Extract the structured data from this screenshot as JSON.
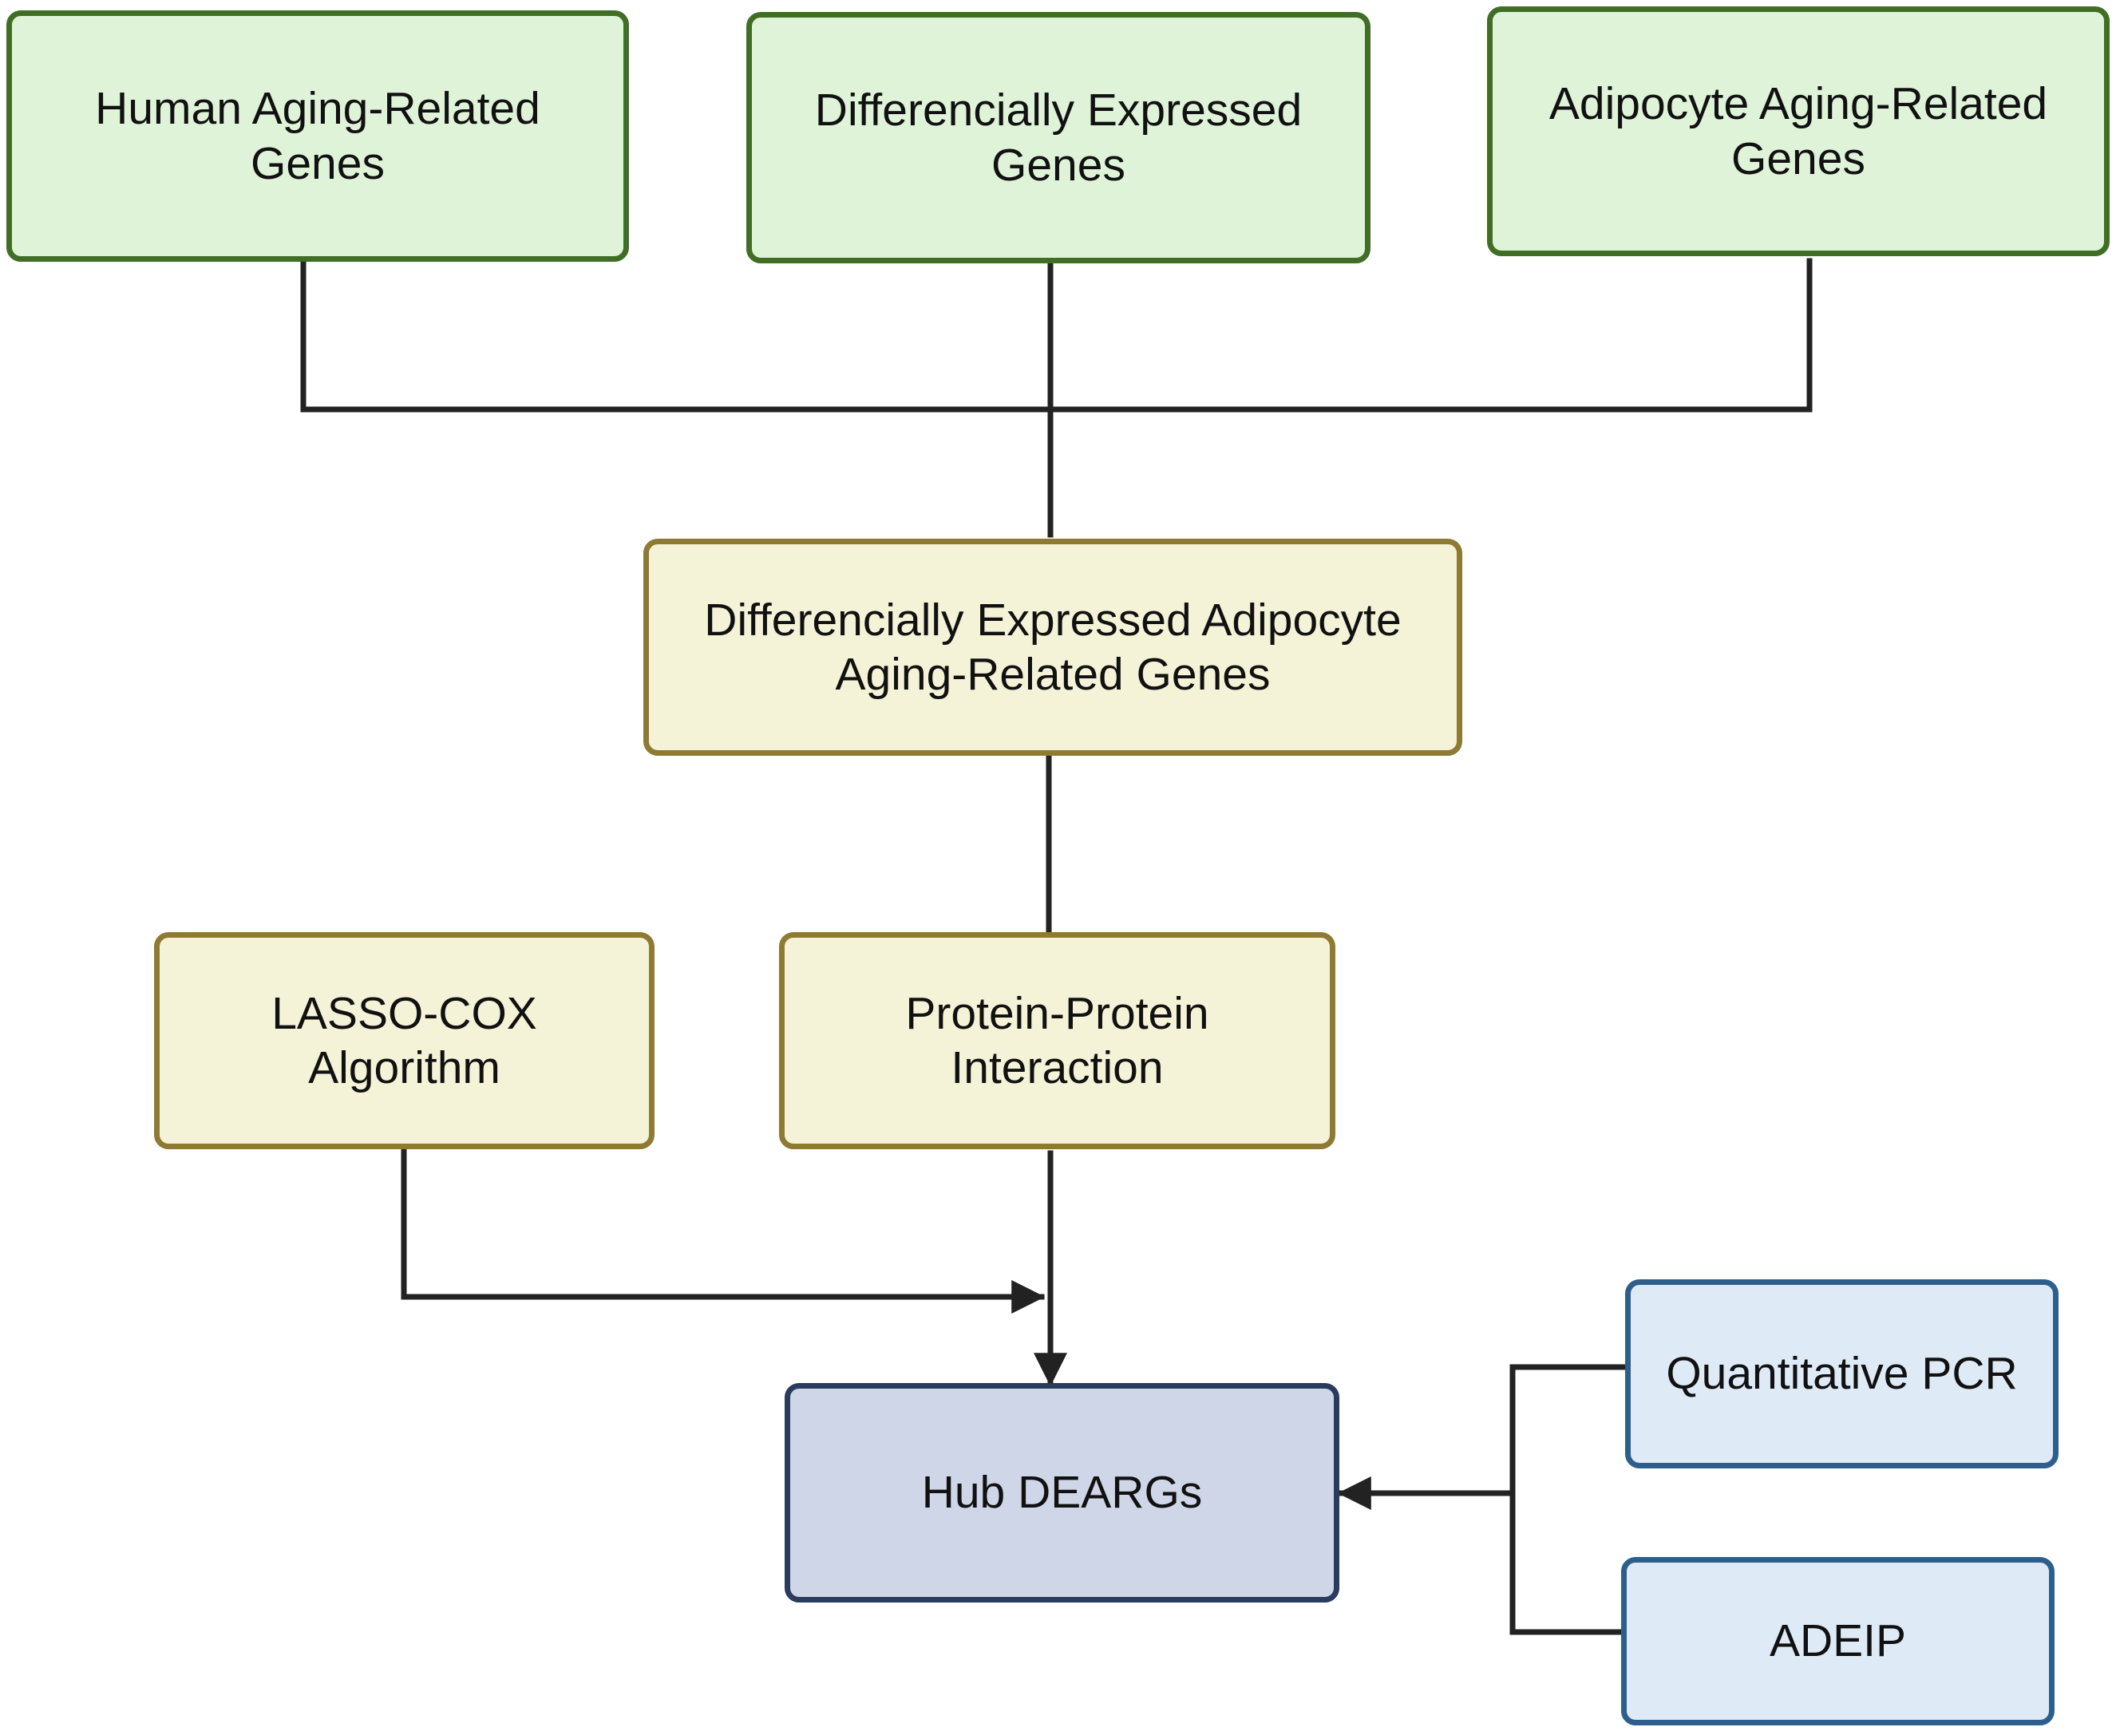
{
  "diagram": {
    "nodes": {
      "human_aging_genes": {
        "line1": "Human Aging-Related",
        "line2": "Genes"
      },
      "differentially_expressed_genes": {
        "line1": "Differencially Expressed",
        "line2": "Genes"
      },
      "adipocyte_aging_genes": {
        "line1": "Adipocyte Aging-Related",
        "line2": "Genes"
      },
      "deargs": {
        "line1": "Differencially Expressed Adipocyte",
        "line2": "Aging-Related Genes"
      },
      "lasso_cox": {
        "line1": "LASSO-COX",
        "line2": "Algorithm"
      },
      "ppi": {
        "line1": "Protein-Protein",
        "line2": "Interaction"
      },
      "hub_deargs": {
        "line1": "Hub DEARGs"
      },
      "qpcr": {
        "line1": "Quantitative PCR"
      },
      "adeip": {
        "line1": "ADEIP"
      }
    },
    "edges": [
      {
        "from": "human_aging_genes",
        "to": "deargs"
      },
      {
        "from": "differentially_expressed_genes",
        "to": "deargs"
      },
      {
        "from": "adipocyte_aging_genes",
        "to": "deargs"
      },
      {
        "from": "deargs",
        "to": "ppi"
      },
      {
        "from": "lasso_cox",
        "to": "hub_deargs"
      },
      {
        "from": "ppi",
        "to": "hub_deargs"
      },
      {
        "from": "qpcr",
        "to": "hub_deargs"
      },
      {
        "from": "adeip",
        "to": "hub_deargs"
      }
    ],
    "colors": {
      "input_fill": "#dff3d9",
      "input_border": "#3f6e24",
      "process_fill": "#f4f3d8",
      "process_border": "#8f7a33",
      "validation_fill": "#deebf7",
      "validation_border": "#2e5f8c",
      "hub_fill": "#cfd6e8",
      "hub_border": "#2a3b5e",
      "connector": "#222222"
    }
  }
}
